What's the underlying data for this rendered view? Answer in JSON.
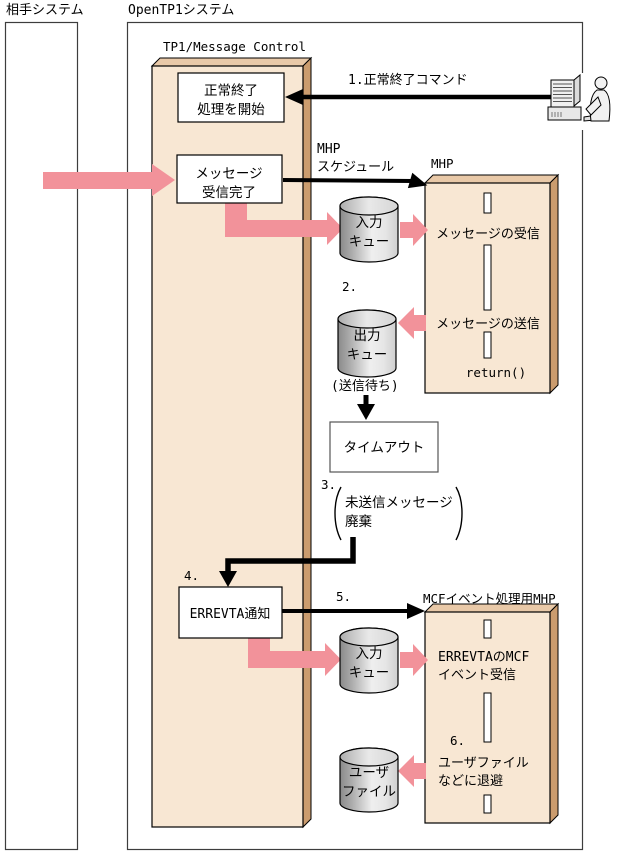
{
  "colors": {
    "face": "#F8E7D3",
    "bevel_top": "#E9C9A8",
    "bevel_side": "#CB9C6E",
    "pink": "#F2929A"
  },
  "outer": {
    "partner_label": "相手システム",
    "opentp1_label": "OpenTP1システム"
  },
  "tp1": {
    "label": "TP1/Message Control",
    "normal_end_line1": "正常終了",
    "normal_end_line2": "処理を開始",
    "msg_done_line1": "メッセージ",
    "msg_done_line2": "受信完了",
    "errevta_label": "ERREVTA通知"
  },
  "steps": {
    "n1": "1.正常終了コマンド",
    "n2": "2.",
    "n3": "3.",
    "n4": "4.",
    "n5": "5.",
    "n6": "6."
  },
  "labels": {
    "mhp_schedule_line1": "MHP",
    "mhp_schedule_line2": "スケジュール",
    "mhp_box": "MHP",
    "mcf_mhp_box": "MCFイベント処理用MHP",
    "send_wait": "(送信待ち)",
    "timeout": "タイムアウト"
  },
  "queues": {
    "input_line1": "入力",
    "input_line2": "キュー",
    "output_line1": "出力",
    "output_line2": "キュー",
    "userfile_line1": "ユーザ",
    "userfile_line2": "ファイル"
  },
  "mhp_box": {
    "recv": "メッセージの受信",
    "send": "メッセージの送信",
    "ret": "return()"
  },
  "mcf_box": {
    "recv_line1": "ERREVTAのMCF",
    "recv_line2": "イベント受信",
    "save_line1": "ユーザファイル",
    "save_line2": "などに退避"
  },
  "annotations": {
    "unsent_line1": "未送信メッセージ",
    "unsent_line2": "廃棄"
  }
}
